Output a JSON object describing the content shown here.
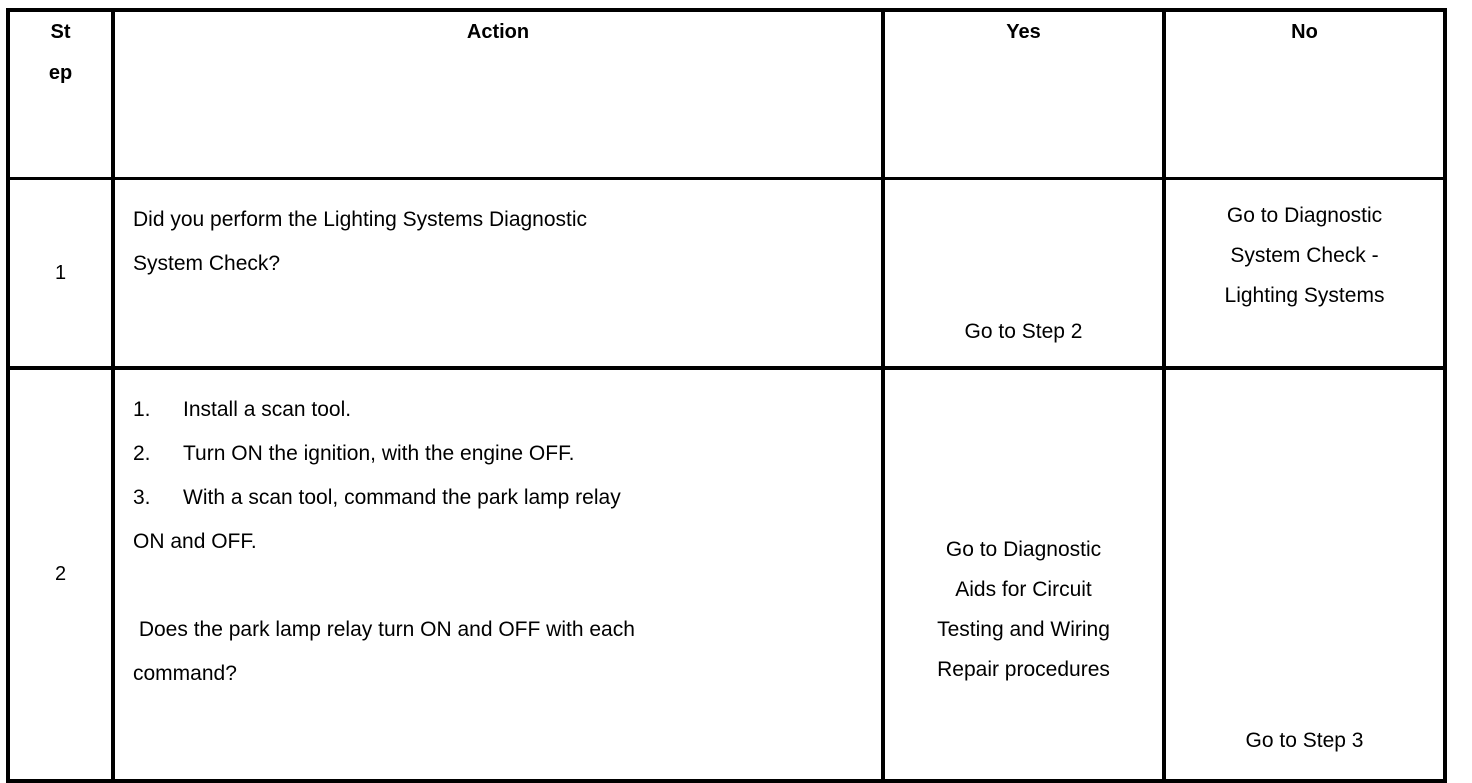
{
  "table": {
    "headers": {
      "step_line1": "St",
      "step_line2": "ep",
      "action": "Action",
      "yes": "Yes",
      "no": "No"
    },
    "rows": [
      {
        "step": "1",
        "action_lines": [
          "Did you perform the Lighting Systems Diagnostic",
          "System Check?"
        ],
        "yes_lines": [
          "Go to Step 2"
        ],
        "no_lines": [
          "Go to Diagnostic",
          "System Check -",
          "Lighting Systems"
        ]
      },
      {
        "step": "2",
        "numbered_items": [
          {
            "num": "1.",
            "text": "Install a scan tool."
          },
          {
            "num": "2.",
            "text": "Turn ON the ignition, with the engine OFF."
          },
          {
            "num": "3.",
            "text": "With a scan tool, command the park lamp relay"
          }
        ],
        "continuation_line": "ON and OFF.",
        "question_lines": [
          " Does the park lamp relay turn ON and OFF with each",
          "command?"
        ],
        "yes_lines": [
          "Go to Diagnostic",
          "Aids for Circuit",
          "Testing and Wiring",
          "Repair procedures"
        ],
        "no_lines": [
          "Go to Step 3"
        ]
      }
    ]
  },
  "colors": {
    "border": "#000000",
    "text": "#000000",
    "background": "#ffffff"
  }
}
